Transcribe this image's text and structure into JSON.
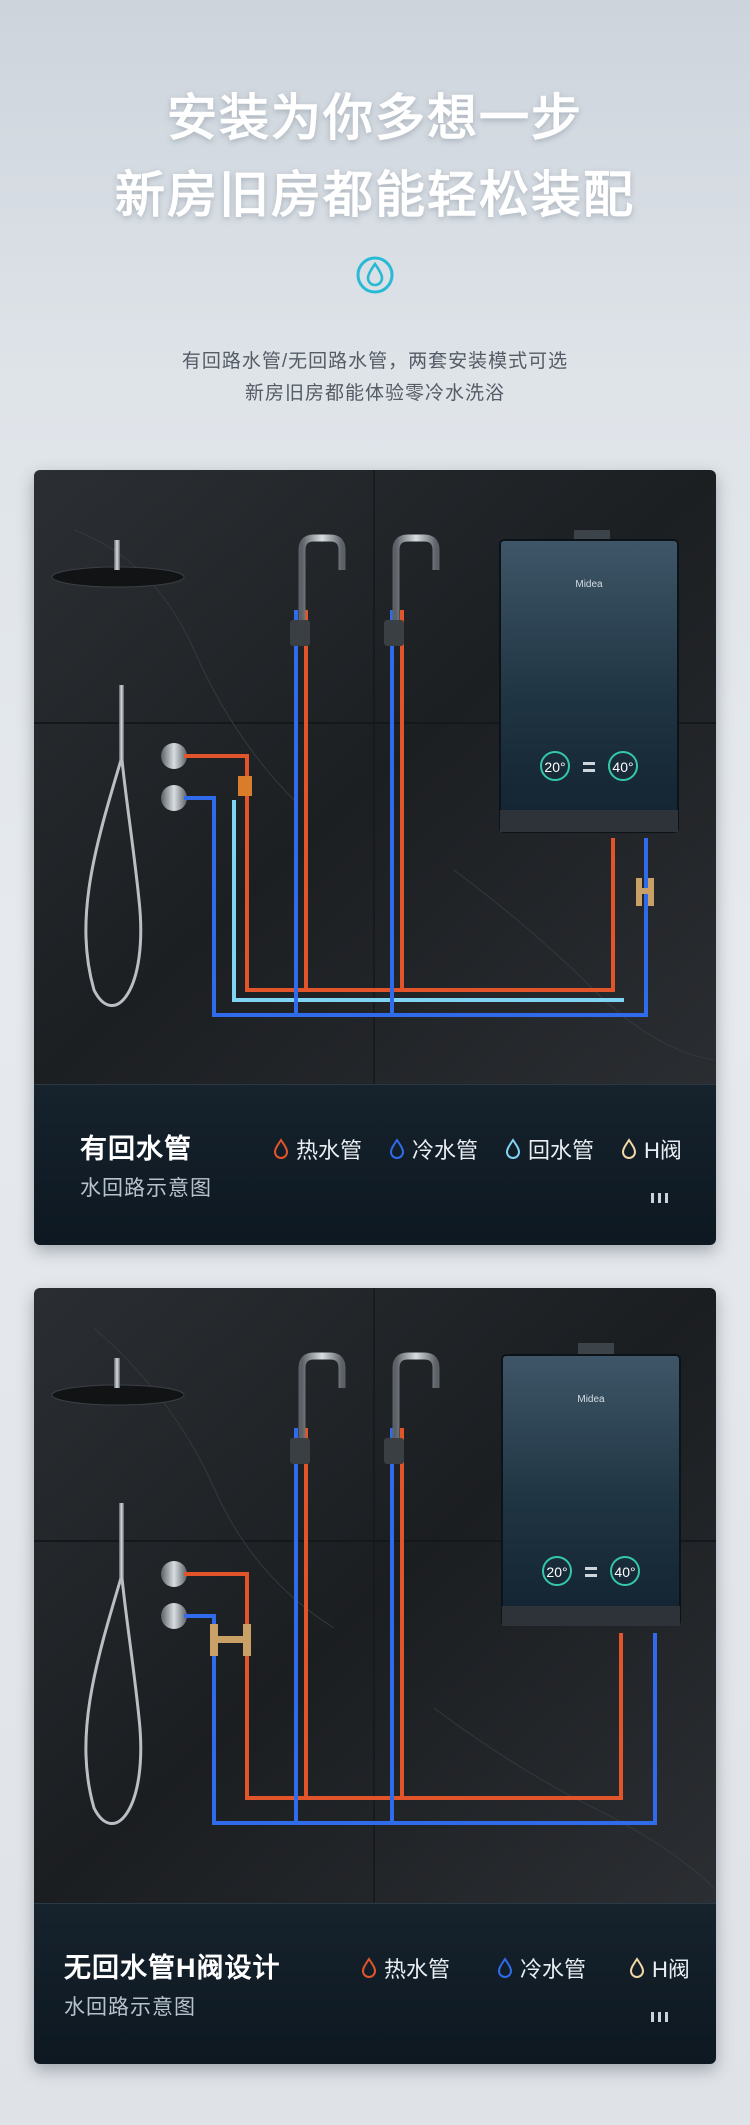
{
  "hero": {
    "title_line1": "安装为你多想一步",
    "title_line2": "新房旧房都能轻松装配",
    "icon": "water-drop-icon",
    "subtitle_line1": "有回路水管/无回路水管，两套安装模式可选",
    "subtitle_line2": "新房旧房都能体验零冷水洗浴"
  },
  "colors": {
    "hot": "#e2552b",
    "cold": "#2f6bea",
    "return": "#7fd3f3",
    "hvalve": "#f1d7a4",
    "accent": "#27b9d6"
  },
  "panel1": {
    "heater_brand": "Midea",
    "display_left": "20°",
    "display_right": "40°",
    "legend_title": "有回水管",
    "legend_sub": "水回路示意图",
    "legend": [
      {
        "label": "热水管",
        "icon": "hot-water-drop-icon"
      },
      {
        "label": "冷水管",
        "icon": "cold-water-drop-icon"
      },
      {
        "label": "回水管",
        "icon": "return-water-drop-icon"
      },
      {
        "label": "H阀",
        "icon": "h-valve-drop-icon"
      }
    ]
  },
  "panel2": {
    "heater_brand": "Midea",
    "display_left": "20°",
    "display_right": "40°",
    "legend_title": "无回水管H阀设计",
    "legend_sub": "水回路示意图",
    "legend": [
      {
        "label": "热水管",
        "icon": "hot-water-drop-icon"
      },
      {
        "label": "冷水管",
        "icon": "cold-water-drop-icon"
      },
      {
        "label": "H阀",
        "icon": "h-valve-drop-icon"
      }
    ]
  }
}
